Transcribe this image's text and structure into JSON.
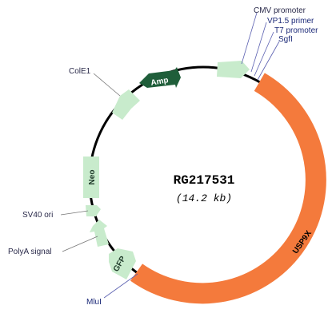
{
  "plasmid": {
    "name": "RG217531",
    "size": "(14.2 kb)"
  },
  "colors": {
    "backbone": "#000000",
    "insert": "#f47a3c",
    "feature": "#c8ebcc",
    "amp": "#1f5e3a",
    "label_line_blue": "#5a5fb0",
    "label_line_gray": "#777777"
  },
  "features": {
    "amp": "Amp",
    "neo": "Neo",
    "gfp": "GFP",
    "insert": "USP9X"
  },
  "labels": {
    "cmv_promoter": "CMV promoter",
    "vp15_primer": "VP1.5 primer",
    "t7_promoter": "T7 promoter",
    "sgfi": "SgfI",
    "cole1": "ColE1",
    "sv40_ori": "SV40 ori",
    "polya_signal": "PolyA signal",
    "mlui": "MluI"
  }
}
